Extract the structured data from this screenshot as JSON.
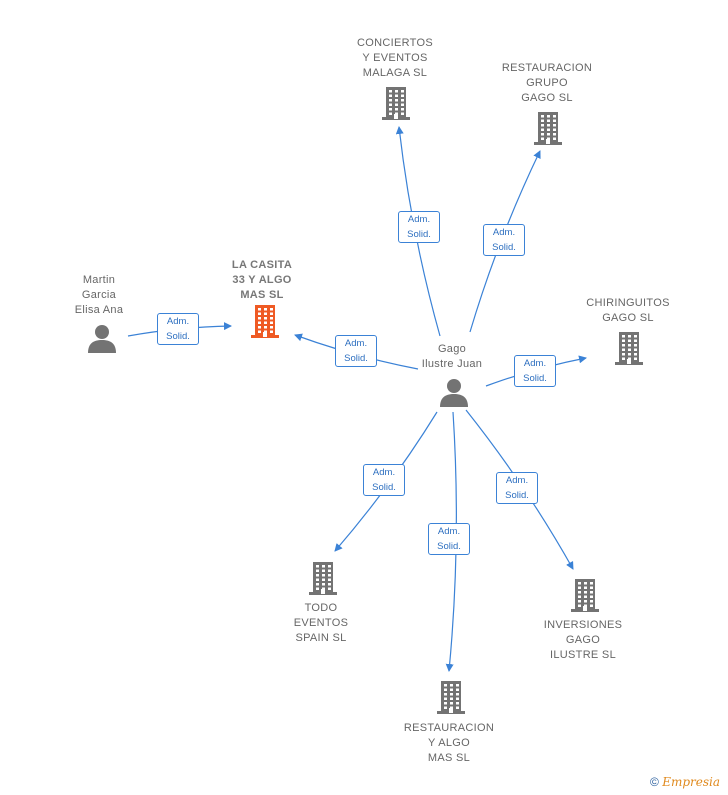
{
  "colors": {
    "edge": "#3b82d6",
    "building": "#737373",
    "building_focus": "#ef5a24",
    "person": "#737373"
  },
  "nodes": [
    {
      "id": "gago",
      "type": "person",
      "label": "Gago\nIlustre Juan"
    },
    {
      "id": "martin",
      "type": "person",
      "label": "Martin\nGarcia\nElisa Ana"
    },
    {
      "id": "lacasita",
      "type": "company-focus",
      "label": "LA CASITA\n33 Y ALGO\nMAS  SL"
    },
    {
      "id": "conciertos",
      "type": "company",
      "label": "CONCIERTOS\nY EVENTOS\nMALAGA  SL"
    },
    {
      "id": "restgrupo",
      "type": "company",
      "label": "RESTAURACION\nGRUPO\nGAGO  SL"
    },
    {
      "id": "chiringuitos",
      "type": "company",
      "label": "CHIRINGUITOS\nGAGO  SL"
    },
    {
      "id": "todo",
      "type": "company",
      "label": "TODO\nEVENTOS\nSPAIN  SL"
    },
    {
      "id": "restalgo",
      "type": "company",
      "label": "RESTAURACION\nY ALGO\nMAS  SL"
    },
    {
      "id": "inversiones",
      "type": "company",
      "label": "INVERSIONES\nGAGO\nILUSTRE  SL"
    }
  ],
  "edges": [
    {
      "from": "martin",
      "to": "lacasita",
      "label": "Adm.\nSolid."
    },
    {
      "from": "gago",
      "to": "lacasita",
      "label": "Adm.\nSolid."
    },
    {
      "from": "gago",
      "to": "conciertos",
      "label": "Adm.\nSolid."
    },
    {
      "from": "gago",
      "to": "restgrupo",
      "label": "Adm.\nSolid."
    },
    {
      "from": "gago",
      "to": "chiringuitos",
      "label": "Adm.\nSolid."
    },
    {
      "from": "gago",
      "to": "todo",
      "label": "Adm.\nSolid."
    },
    {
      "from": "gago",
      "to": "restalgo",
      "label": "Adm.\nSolid."
    },
    {
      "from": "gago",
      "to": "inversiones",
      "label": "Adm.\nSolid."
    }
  ],
  "footer": {
    "copyright_symbol": "©",
    "brand": "Empresia"
  }
}
